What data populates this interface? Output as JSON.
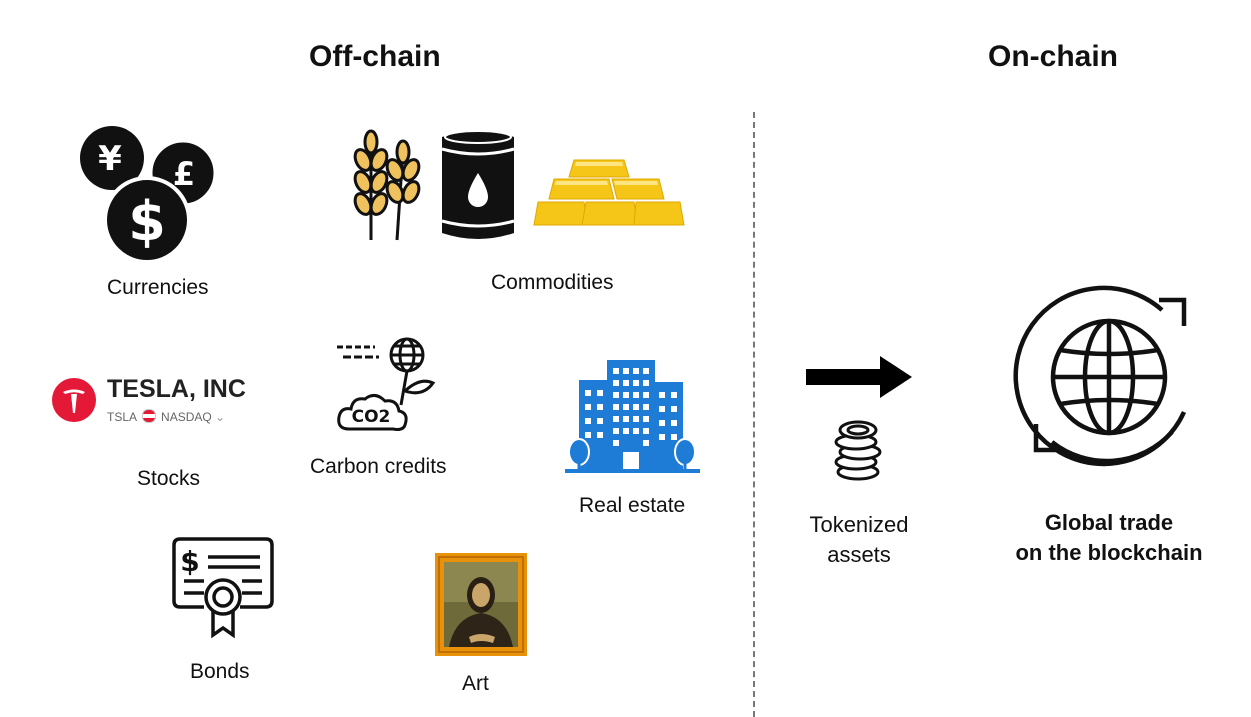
{
  "headings": {
    "off_chain": "Off-chain",
    "on_chain": "On-chain"
  },
  "assets": {
    "currencies": "Currencies",
    "commodities": "Commodities",
    "stocks": "Stocks",
    "carbon_credits": "Carbon credits",
    "real_estate": "Real estate",
    "bonds": "Bonds",
    "art": "Art"
  },
  "tesla_card": {
    "name": "TESLA, INC",
    "ticker": "TSLA",
    "exchange": "NASDAQ"
  },
  "currency_symbols": {
    "yen": "¥",
    "pound": "£",
    "dollar": "$"
  },
  "bond_symbol": "$",
  "co2_text": "CO2",
  "on_chain": {
    "tokenized_line1": "Tokenized",
    "tokenized_line2": "assets",
    "global_line1": "Global trade",
    "global_line2": "on the blockchain"
  },
  "colors": {
    "gold": "#f5c518",
    "tesla_red": "#e31937",
    "frame_orange": "#e8920c",
    "building_blue": "#1e7bd6"
  }
}
